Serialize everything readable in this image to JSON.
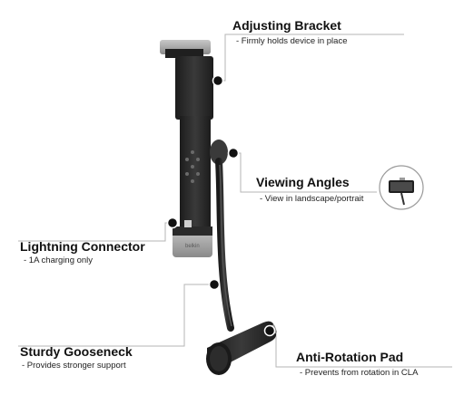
{
  "callouts": {
    "adjusting_bracket": {
      "title": "Adjusting Bracket",
      "description": "- Firmly holds device in place"
    },
    "viewing_angles": {
      "title": "Viewing Angles",
      "description": "- View in landscape/portrait"
    },
    "lightning_connector": {
      "title": "Lightning Connector",
      "description": "- 1A charging only"
    },
    "sturdy_gooseneck": {
      "title": "Sturdy Gooseneck",
      "description": "- Provides stronger support"
    },
    "anti_rotation_pad": {
      "title": "Anti-Rotation Pad",
      "description": "- Prevents from rotation in CLA"
    }
  },
  "product": {
    "brand_mark": "belkin"
  },
  "colors": {
    "mount_body": "#2a2a2a",
    "mount_highlight": "#4a4a4a",
    "bracket_silver": "#9a9a9a",
    "leader_line": "#b5b5b5",
    "marker_dot": "#111111"
  }
}
